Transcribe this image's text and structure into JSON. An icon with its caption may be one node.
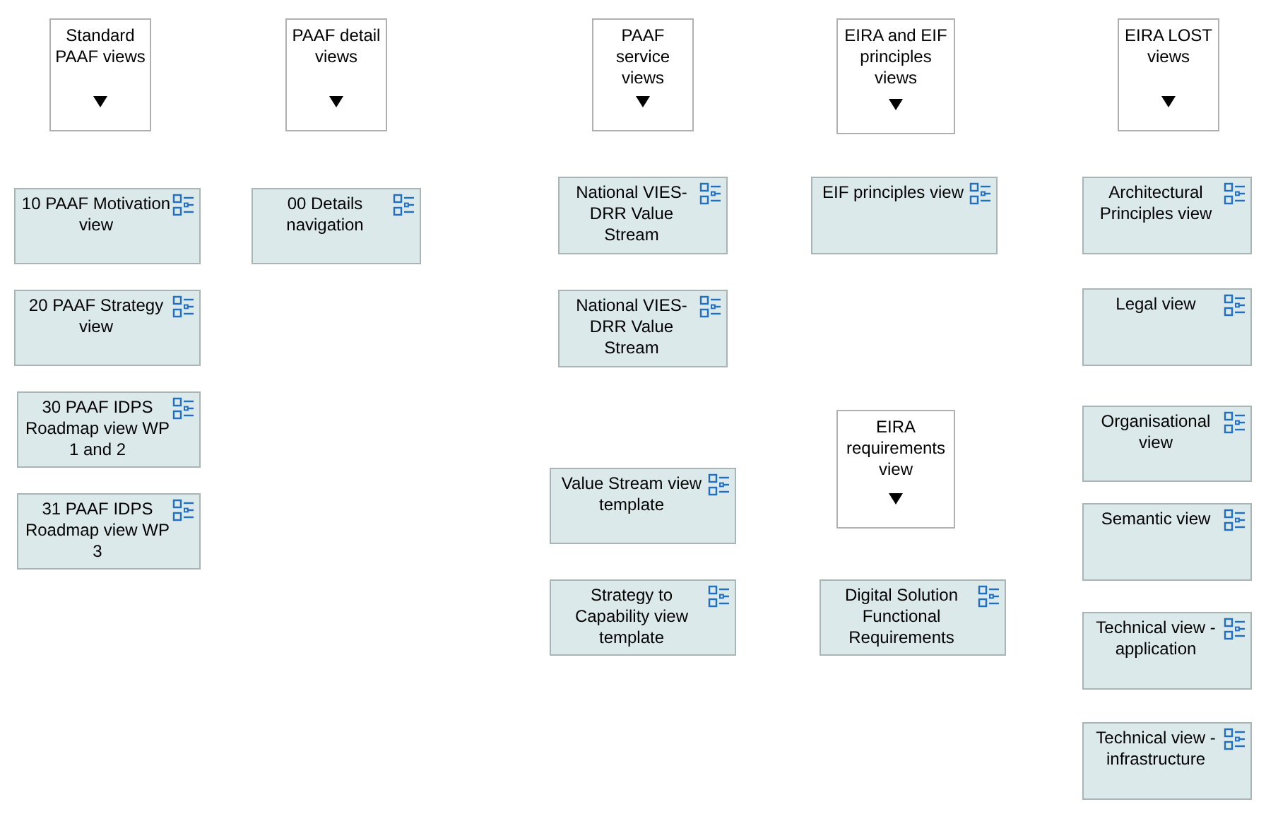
{
  "diagram": {
    "nodes": [
      {
        "text": [
          "Standard PAAF views"
        ]
      },
      {
        "text": [
          "PAAF detail views"
        ]
      },
      {
        "text": [
          "PAAF service views"
        ]
      },
      {
        "text": [
          "EIRA and EIF principles views"
        ]
      },
      {
        "text": [
          "EIRA LOST views"
        ]
      },
      {
        "text": [
          "10 PAAF Motivation view"
        ]
      },
      {
        "text": [
          "00 Details navigation"
        ]
      },
      {
        "text": [
          "National VIES-DRR Value Stream"
        ]
      },
      {
        "text": [
          "EIF principles view"
        ]
      },
      {
        "text": [
          "Architectural Principles view"
        ]
      },
      {
        "text": [
          "20 PAAF Strategy view"
        ]
      },
      {
        "text": [
          "National VIES-DRR Value Stream"
        ]
      },
      {
        "text": [
          "Legal view"
        ]
      },
      {
        "text": [
          "30 PAAF IDPS Roadmap view WP 1 and 2"
        ]
      },
      {
        "text": [
          "Organisational view"
        ]
      },
      {
        "text": [
          "EIRA requirements view"
        ]
      },
      {
        "text": [
          "Value Stream view template"
        ]
      },
      {
        "text": [
          "31 PAAF IDPS Roadmap view WP 3"
        ]
      },
      {
        "text": [
          "Semantic view"
        ]
      },
      {
        "text": [
          "Strategy to Capability view template"
        ]
      },
      {
        "text": [
          "Digital Solution Functional Requirements"
        ]
      },
      {
        "text": [
          "Technical view - application"
        ]
      },
      {
        "text": [
          "Technical view - infrastructure"
        ]
      }
    ]
  }
}
